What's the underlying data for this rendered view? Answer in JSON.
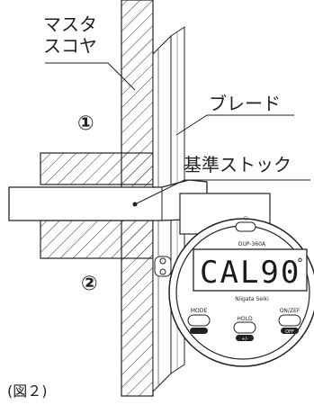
{
  "labels": {
    "square": [
      "マスタ",
      "スコヤ"
    ],
    "blade": "ブレード",
    "stock": "基準ストック",
    "pos1": "①",
    "pos2": "②",
    "caption": "(図２)"
  },
  "device": {
    "model": "DUP-360A",
    "display": "CAL90",
    "degree": "°",
    "brand": "Niigata Seiki",
    "buttons": [
      {
        "label": "MODE",
        "sub": ""
      },
      {
        "label": "HOLD",
        "sub": "+/-"
      },
      {
        "label": "ON/ZEF",
        "sub": "OFF"
      }
    ]
  }
}
